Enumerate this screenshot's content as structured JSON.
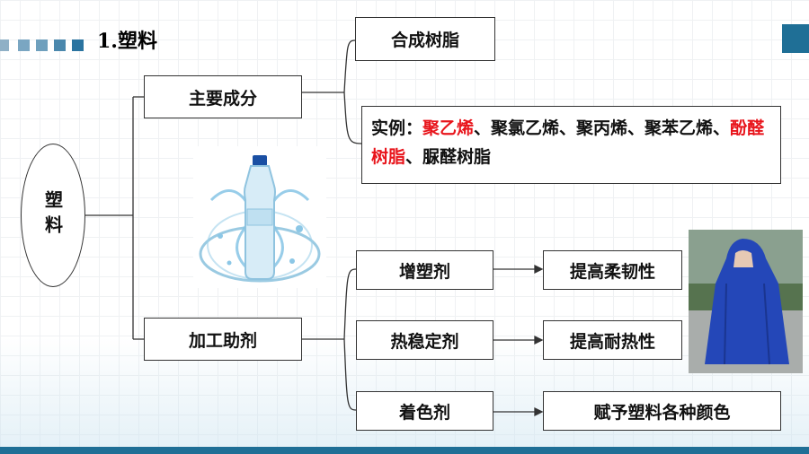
{
  "title": "1.塑料",
  "root": "塑料",
  "branch_main": {
    "label": "主要成分",
    "child_synthetic": "合成树脂",
    "example": {
      "prefix": "实例：",
      "item1": "聚乙烯",
      "sep1": "、",
      "mid": "聚氯乙烯、聚丙烯、聚苯乙烯、",
      "item2": "酚醛树脂",
      "suffix": "、脲醛树脂"
    }
  },
  "branch_additive": {
    "label": "加工助剂",
    "items": [
      {
        "name": "增塑剂",
        "effect": "提高柔韧性"
      },
      {
        "name": "热稳定剂",
        "effect": "提高耐热性"
      },
      {
        "name": "着色剂",
        "effect": "赋予塑料各种颜色"
      }
    ]
  },
  "colors": {
    "accent": "#1f6f96",
    "highlight": "#e8141b",
    "squares": [
      "#8fb0c6",
      "#6fa0bd",
      "#4b88ad",
      "#2b74a0"
    ]
  }
}
